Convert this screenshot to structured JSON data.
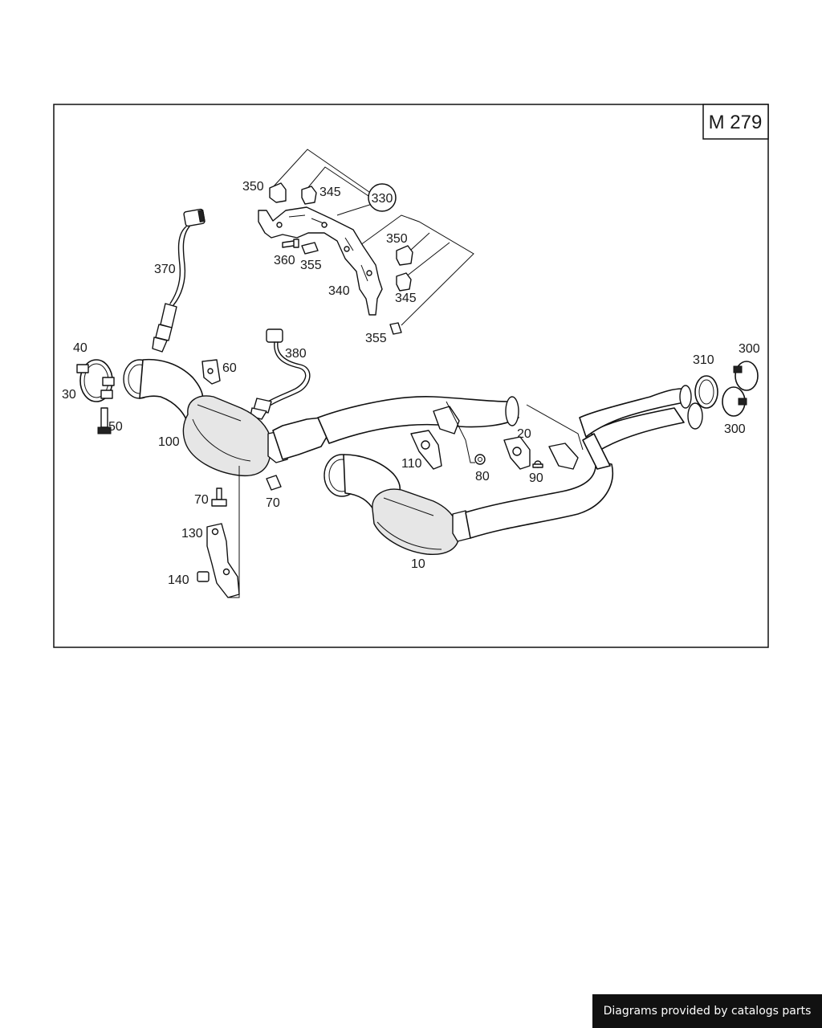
{
  "diagram": {
    "code": "M 279",
    "labels": {
      "p10": "10",
      "p20": "20",
      "p30": "30",
      "p40": "40",
      "p50": "50",
      "p60": "60",
      "p70a": "70",
      "p70b": "70",
      "p80": "80",
      "p90": "90",
      "p100": "100",
      "p110": "110",
      "p130": "130",
      "p140": "140",
      "p300a": "300",
      "p300b": "300",
      "p310": "310",
      "p330": "330",
      "p340": "340",
      "p345a": "345",
      "p345b": "345",
      "p350a": "350",
      "p350b": "350",
      "p355a": "355",
      "p355b": "355",
      "p360": "360",
      "p370": "370",
      "p380": "380"
    }
  },
  "footer": {
    "text": "Diagrams provided by catalogs parts"
  }
}
